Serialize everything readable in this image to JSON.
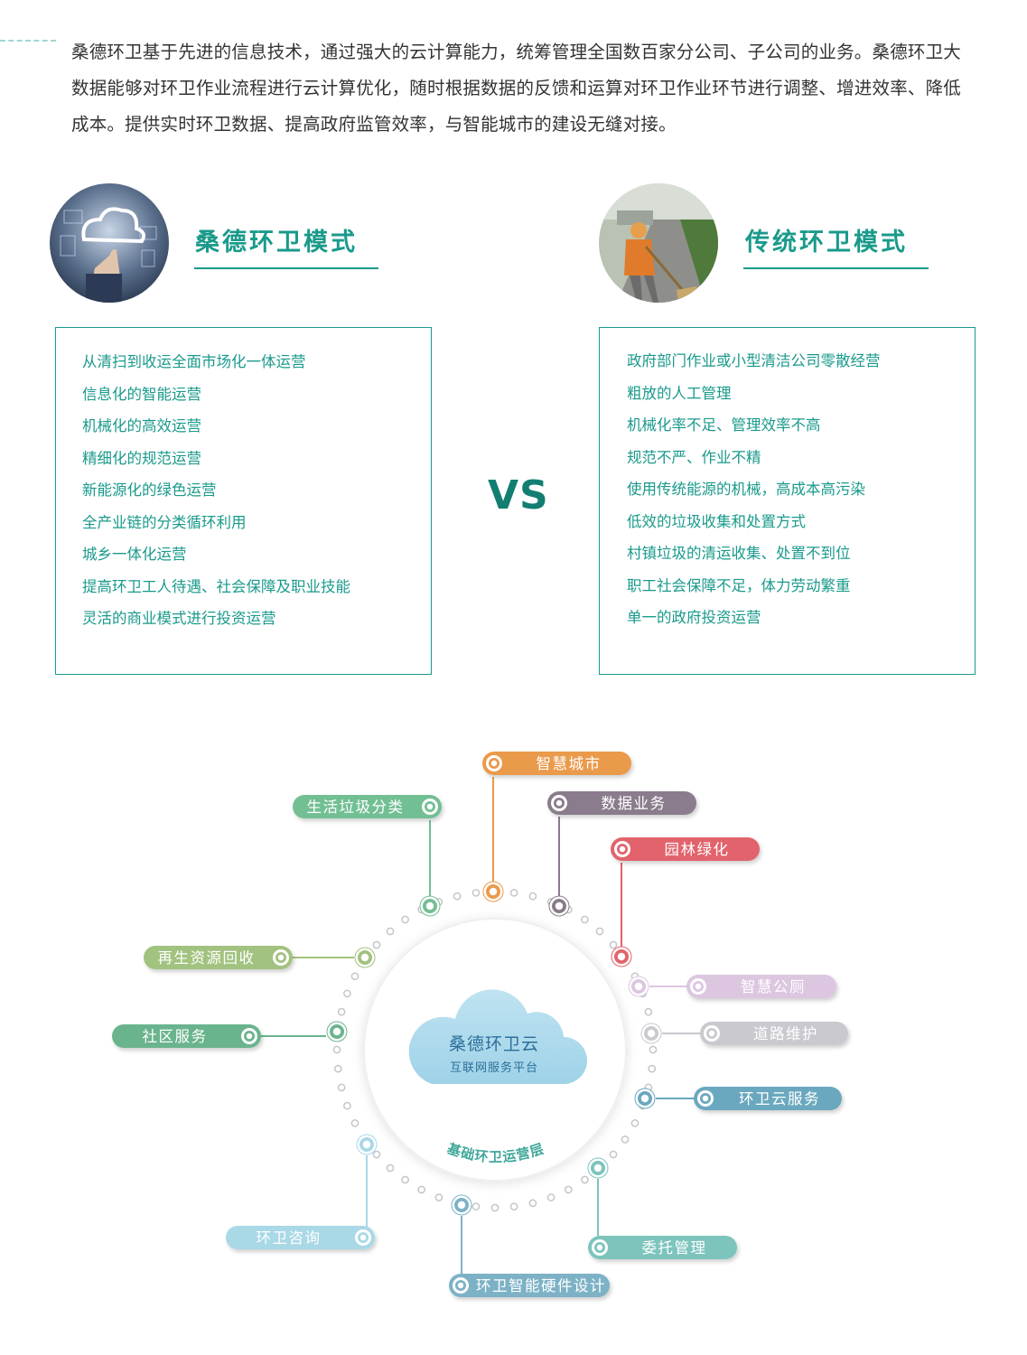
{
  "intro": {
    "line1": "桑德环卫基于先进的信息技术，通过强大的云计算能力，统筹管理全国数百家分公司、子公司的业务。桑德环卫大",
    "line2": "数据能够对环卫作业流程进行云计算优化，随时根据数据的反馈和运算对环卫作业环节进行调整、增进效率、降低",
    "line3": "成本。提供实时环卫数据、提高政府监管效率，与智能城市的建设无缝对接。"
  },
  "sande": {
    "title": "桑德环卫模式",
    "items": [
      "从清扫到收运全面市场化一体运营",
      "信息化的智能运营",
      "机械化的高效运营",
      "精细化的规范运营",
      "新能源化的绿色运营",
      "全产业链的分类循环利用",
      "城乡一体化运营",
      "提高环卫工人待遇、社会保障及职业技能",
      "灵活的商业模式进行投资运营"
    ]
  },
  "traditional": {
    "title": "传统环卫模式",
    "items": [
      "政府部门作业或小型清洁公司零散经营",
      "粗放的人工管理",
      "机械化率不足、管理效率不高",
      "规范不严、作业不精",
      "使用传统能源的机械，高成本高污染",
      "低效的垃圾收集和处置方式",
      "村镇垃圾的清运收集、处置不到位",
      "职工社会保障不足，体力劳动繁重",
      "单一的政府投资运营"
    ]
  },
  "vs_label": "VS",
  "diagram": {
    "cloud_title": "桑德环卫云",
    "cloud_subtitle": "互联网服务平台",
    "ring_label": "基础环卫运营层",
    "tags": [
      {
        "label": "智慧城市",
        "color": "#ea9a4c"
      },
      {
        "label": "数据业务",
        "color": "#8a7b8c"
      },
      {
        "label": "园林绿化",
        "color": "#e2636c"
      },
      {
        "label": "智慧公厕",
        "color": "#dcc6e0"
      },
      {
        "label": "道路维护",
        "color": "#c9c9cf"
      },
      {
        "label": "环卫云服务",
        "color": "#6aa8bf"
      },
      {
        "label": "委托管理",
        "color": "#7dc4bd"
      },
      {
        "label": "环卫智能硬件设计",
        "color": "#7db2c6"
      },
      {
        "label": "环卫咨询",
        "color": "#a9d8e6"
      },
      {
        "label": "社区服务",
        "color": "#6bb48d"
      },
      {
        "label": "再生资源回收",
        "color": "#a2c27f"
      },
      {
        "label": "生活垃圾分类",
        "color": "#73bf94"
      }
    ]
  }
}
